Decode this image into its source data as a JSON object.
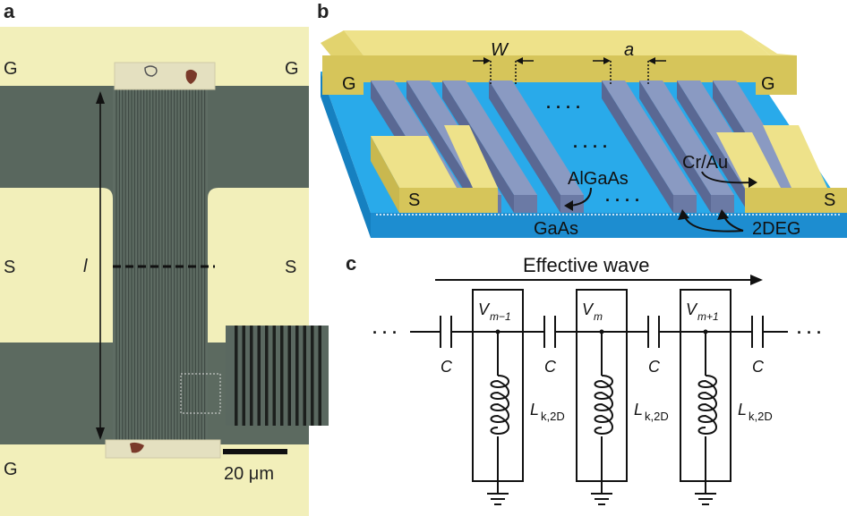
{
  "panel_a": {
    "letter": "a",
    "pad_g_top_left": "G",
    "pad_g_top_right": "G",
    "pad_s_left": "S",
    "pad_s_right": "S",
    "pad_g_bottom_left": "G",
    "length_label": "l",
    "scale_bar_label": "20 μm"
  },
  "panel_b": {
    "letter": "b",
    "width_label": "W",
    "gap_label": "a",
    "g_left": "G",
    "g_right": "G",
    "s_left": "S",
    "s_right": "S",
    "dots_top": "· · · ·",
    "dots_mid": "· · · ·",
    "dots_bottom": "· · · ·",
    "algaas_label": "AlGaAs",
    "crau_label": "Cr/Au",
    "gaas_label": "GaAs",
    "twodeg_label": "2DEG"
  },
  "panel_c": {
    "letter": "c",
    "arrow_label": "Effective wave",
    "ellipsis_left": "· · ·",
    "ellipsis_right": "· · ·",
    "cells": [
      {
        "v": "V",
        "sub": "m−1"
      },
      {
        "v": "V",
        "sub": "m"
      },
      {
        "v": "V",
        "sub": "m+1"
      }
    ],
    "capacitor_label": "C",
    "inductor_label": "L",
    "inductor_sub": "k,2D"
  },
  "colors": {
    "pad_yellow": "#f2efba",
    "substrate_dark": "#59675e",
    "gold": "#ebdf7a",
    "blue_substrate": "#27a9e6",
    "gate_blue": "#7b8cb7"
  }
}
